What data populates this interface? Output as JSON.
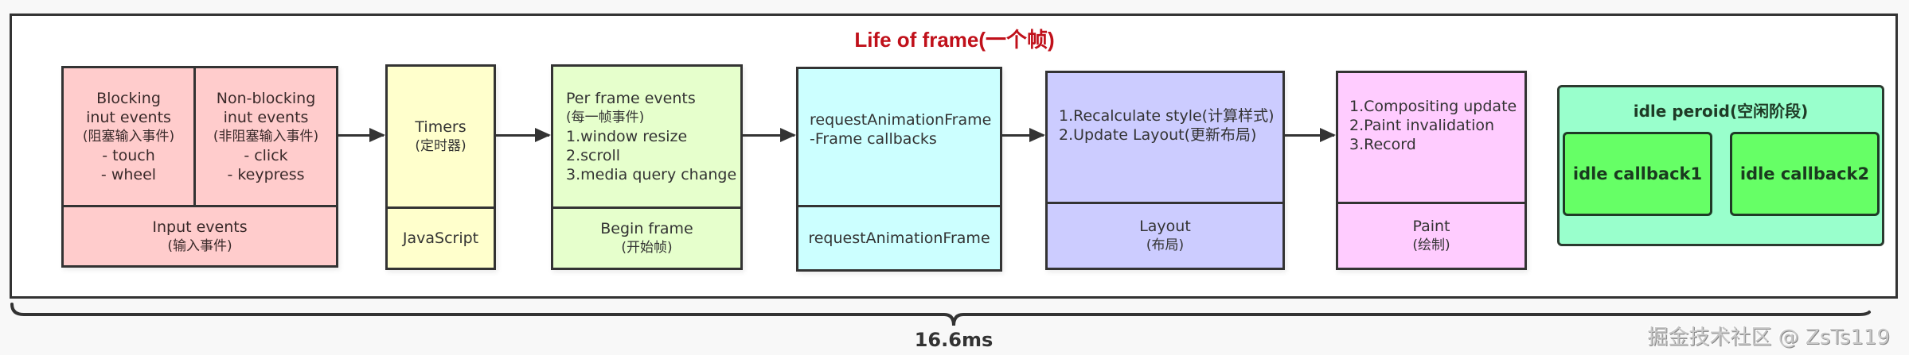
{
  "title": "Life of frame(一个帧)",
  "stages": {
    "input": {
      "blocking": [
        "Blocking",
        "inut events",
        "(阻塞输入事件)",
        "- touch",
        "- wheel"
      ],
      "non_blocking": [
        "Non-blocking",
        "inut events",
        "(非阻塞输入事件)",
        "- click",
        "- keypress"
      ],
      "footer": [
        "Input events",
        "(输入事件)"
      ],
      "color": "#ffcccc"
    },
    "javascript": {
      "body": [
        "Timers",
        "(定时器)"
      ],
      "footer": [
        "JavaScript"
      ],
      "color": "#ffffcc"
    },
    "begin_frame": {
      "body": [
        "Per frame events",
        "(每一帧事件)",
        "1.window resize",
        "2.scroll",
        "3.media query change"
      ],
      "footer": [
        "Begin frame",
        "(开始帧)"
      ],
      "color": "#e6ffcc"
    },
    "raf": {
      "body": [
        "requestAnimationFrame",
        "-Frame callbacks"
      ],
      "footer": [
        "requestAnimationFrame"
      ],
      "color": "#ccffff"
    },
    "layout": {
      "body": [
        "1.Recalculate style(计算样式)",
        "2.Update Layout(更新布局)"
      ],
      "footer": [
        "Layout",
        "(布局)"
      ],
      "color": "#ccccff"
    },
    "paint": {
      "body": [
        "1.Compositing update",
        "2.Paint invalidation",
        "3.Record"
      ],
      "footer": [
        "Paint",
        "(绘制)"
      ],
      "color": "#ffccff"
    }
  },
  "idle": {
    "title": "idle peroid(空闲阶段)",
    "callbacks": [
      "idle callback1",
      "idle callback2"
    ],
    "color": "#99ffcc",
    "callback_color": "#66ff66"
  },
  "duration": "16.6ms",
  "watermark": "掘金技术社区 @ ZsTs119",
  "colors": {
    "title": "#c0101a",
    "border": "#333333"
  }
}
